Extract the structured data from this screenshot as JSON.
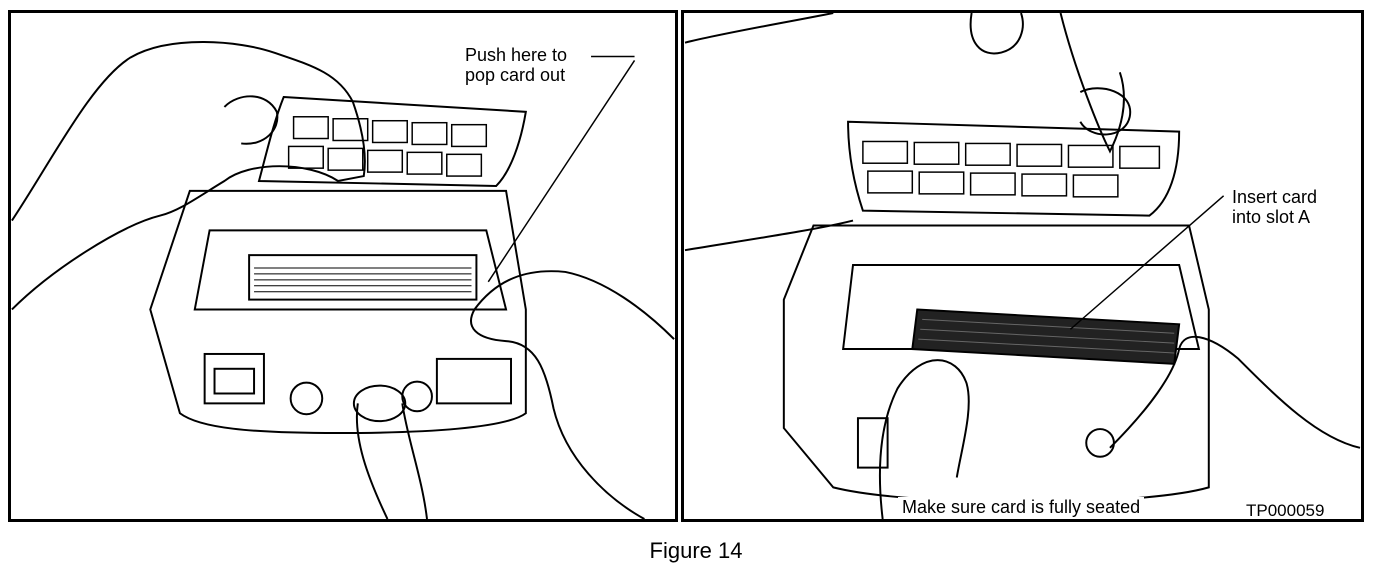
{
  "left_panel": {
    "callout": "Push here to\npop card out"
  },
  "right_panel": {
    "callout": "Insert card\ninto slot A",
    "bottom_caption": "Make sure card is fully seated",
    "reference_code": "TP000059"
  },
  "figure_caption": "Figure 14"
}
